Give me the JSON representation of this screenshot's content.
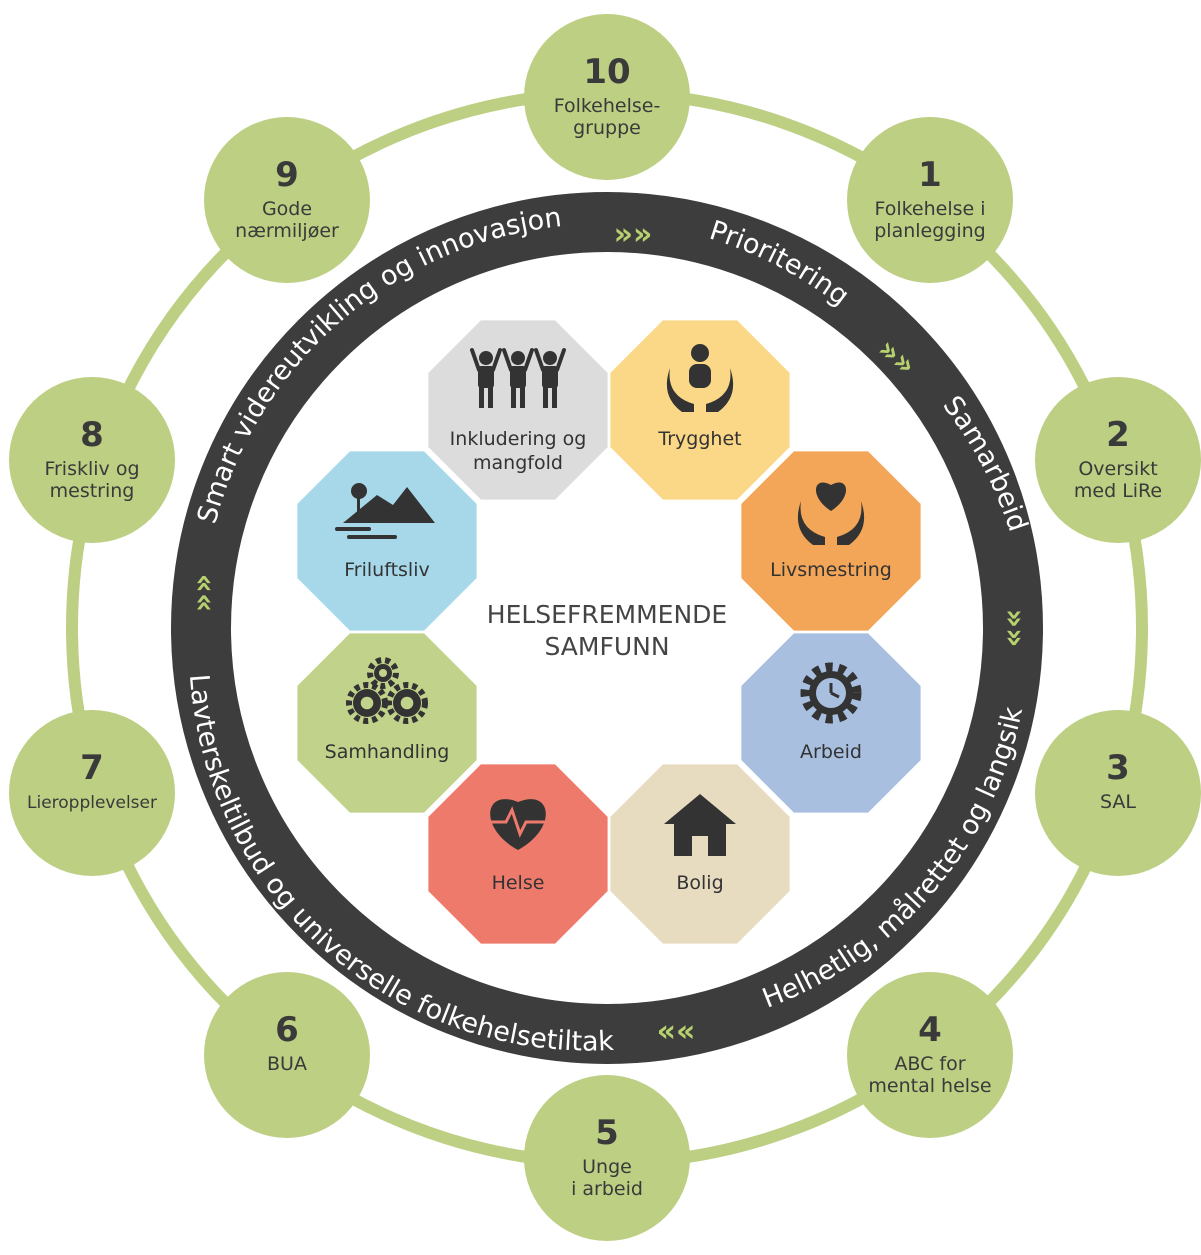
{
  "center": {
    "line1": "HELSEFREMMENDE",
    "line2": "SAMFUNN"
  },
  "outer_items": [
    {
      "number": "10",
      "lines": [
        "Folkehelse-",
        "gruppe"
      ]
    },
    {
      "number": "1",
      "lines": [
        "Folkehelse i",
        "planlegging"
      ]
    },
    {
      "number": "2",
      "lines": [
        "Oversikt",
        "med LiRe"
      ]
    },
    {
      "number": "3",
      "lines": [
        "SAL"
      ]
    },
    {
      "number": "4",
      "lines": [
        "ABC for",
        "mental helse"
      ]
    },
    {
      "number": "5",
      "lines": [
        "Unge",
        "i arbeid"
      ]
    },
    {
      "number": "6",
      "lines": [
        "BUA"
      ]
    },
    {
      "number": "7",
      "lines": [
        "Lieropplevelser"
      ]
    },
    {
      "number": "8",
      "lines": [
        "Friskliv og",
        "mestring"
      ]
    },
    {
      "number": "9",
      "lines": [
        "Gode",
        "nærmiljøer"
      ]
    }
  ],
  "ring_texts": [
    "Smart videreutvikling og innovasjon",
    "Prioritering",
    "Samarbeid",
    "Helhetlig, målrettet og langsiktig",
    "Lavterskeltilbud og universelle folkehelsetiltak"
  ],
  "chevrons": [
    "»»",
    "»»",
    "»»",
    "««",
    "««"
  ],
  "octagons": [
    {
      "label_lines": [
        "Inkludering og",
        "mangfold"
      ],
      "icon": "people-icon",
      "color": "#dcdcdc"
    },
    {
      "label_lines": [
        "Trygghet"
      ],
      "icon": "person-hands-icon",
      "color": "#fbd887"
    },
    {
      "label_lines": [
        "Livsmestring"
      ],
      "icon": "heart-hands-icon",
      "color": "#f3a658"
    },
    {
      "label_lines": [
        "Arbeid"
      ],
      "icon": "gear-clock-icon",
      "color": "#a9bfe0"
    },
    {
      "label_lines": [
        "Bolig"
      ],
      "icon": "house-icon",
      "color": "#e7dcc0"
    },
    {
      "label_lines": [
        "Helse"
      ],
      "icon": "heart-pulse-icon",
      "color": "#ee7a6c"
    },
    {
      "label_lines": [
        "Samhandling"
      ],
      "icon": "gears-icon",
      "color": "#c1d38b"
    },
    {
      "label_lines": [
        "Friluftsliv"
      ],
      "icon": "landscape-icon",
      "color": "#a6d8ea"
    }
  ],
  "colors": {
    "outer": "#bccf82",
    "ring": "#3d3d3d",
    "accent": "#b6d16e"
  }
}
